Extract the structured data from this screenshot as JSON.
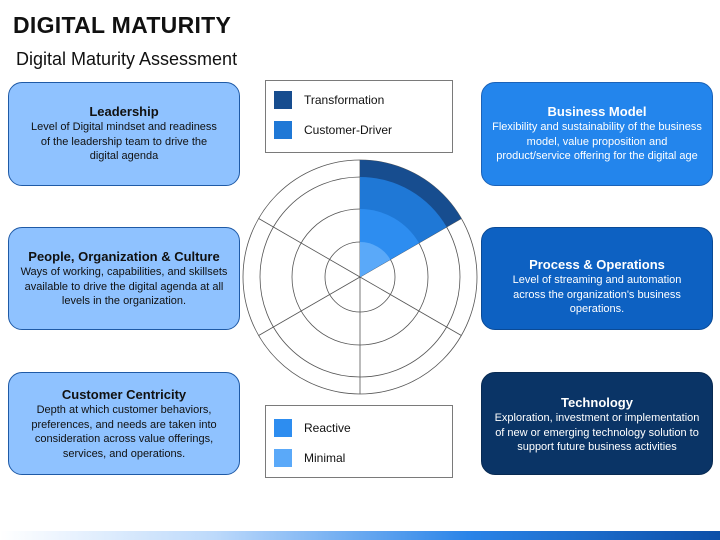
{
  "page": {
    "title": "DIGITAL MATURITY",
    "subtitle": "Digital Maturity Assessment"
  },
  "colors": {
    "transformation": "#174d8f",
    "customer_driver": "#1f78d6",
    "reactive": "#2d8df0",
    "minimal": "#5aa9f9",
    "left_card_fill": "#8fc2ff",
    "business_model_fill": "#2385ec",
    "process_fill": "#0d61c2",
    "technology_fill": "#0a3466"
  },
  "legend_top": [
    {
      "label": "Transformation",
      "color": "#174d8f"
    },
    {
      "label": "Customer-Driver",
      "color": "#1f78d6"
    }
  ],
  "legend_bottom": [
    {
      "label": "Reactive",
      "color": "#2d8df0"
    },
    {
      "label": "Minimal",
      "color": "#5aa9f9"
    }
  ],
  "cards": {
    "leadership": {
      "title": "Leadership",
      "desc": "Level of Digital mindset and readiness of the leadership team to drive the digital agenda"
    },
    "people": {
      "title": "People, Organization & Culture",
      "desc": "Ways of working, capabilities, and skillsets available to drive the digital agenda at all levels in the organization."
    },
    "customer": {
      "title": "Customer Centricity",
      "desc": "Depth at which customer behaviors, preferences, and needs are taken into consideration across value offerings, services, and operations."
    },
    "business": {
      "title": "Business Model",
      "desc": "Flexibility and sustainability of the business model, value proposition and product/service offering for the digital age"
    },
    "process": {
      "title": "Process & Operations",
      "desc": "Level of streaming and automation across the organization's business operations."
    },
    "technology": {
      "title": "Technology",
      "desc": "Exploration, investment or implementation of new or emerging technology solution to support future business activities"
    }
  },
  "radar": {
    "segments": 6,
    "rings": 4,
    "filled_segment_index": 0,
    "fill_levels": [
      "minimal",
      "reactive",
      "customer_driver",
      "transformation"
    ]
  }
}
